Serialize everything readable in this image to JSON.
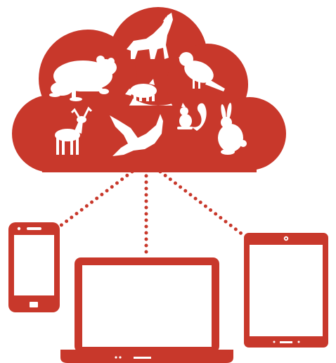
{
  "colors": {
    "accent": "#c8382b",
    "background": "#ffffff",
    "icon_fill": "#ffffff"
  },
  "cloud": {
    "icon": "cloud-icon",
    "animals": [
      "frog-icon",
      "howling-wolf-icon",
      "bird-icon",
      "boar-icon",
      "deer-icon",
      "flying-bird-icon",
      "squirrel-icon",
      "rabbit-icon"
    ]
  },
  "connections": {
    "style": "dotted",
    "targets": [
      "smartphone",
      "laptop",
      "tablet"
    ]
  },
  "devices": [
    {
      "name": "smartphone",
      "icon": "smartphone-icon"
    },
    {
      "name": "laptop",
      "icon": "laptop-icon"
    },
    {
      "name": "tablet",
      "icon": "tablet-icon"
    }
  ]
}
